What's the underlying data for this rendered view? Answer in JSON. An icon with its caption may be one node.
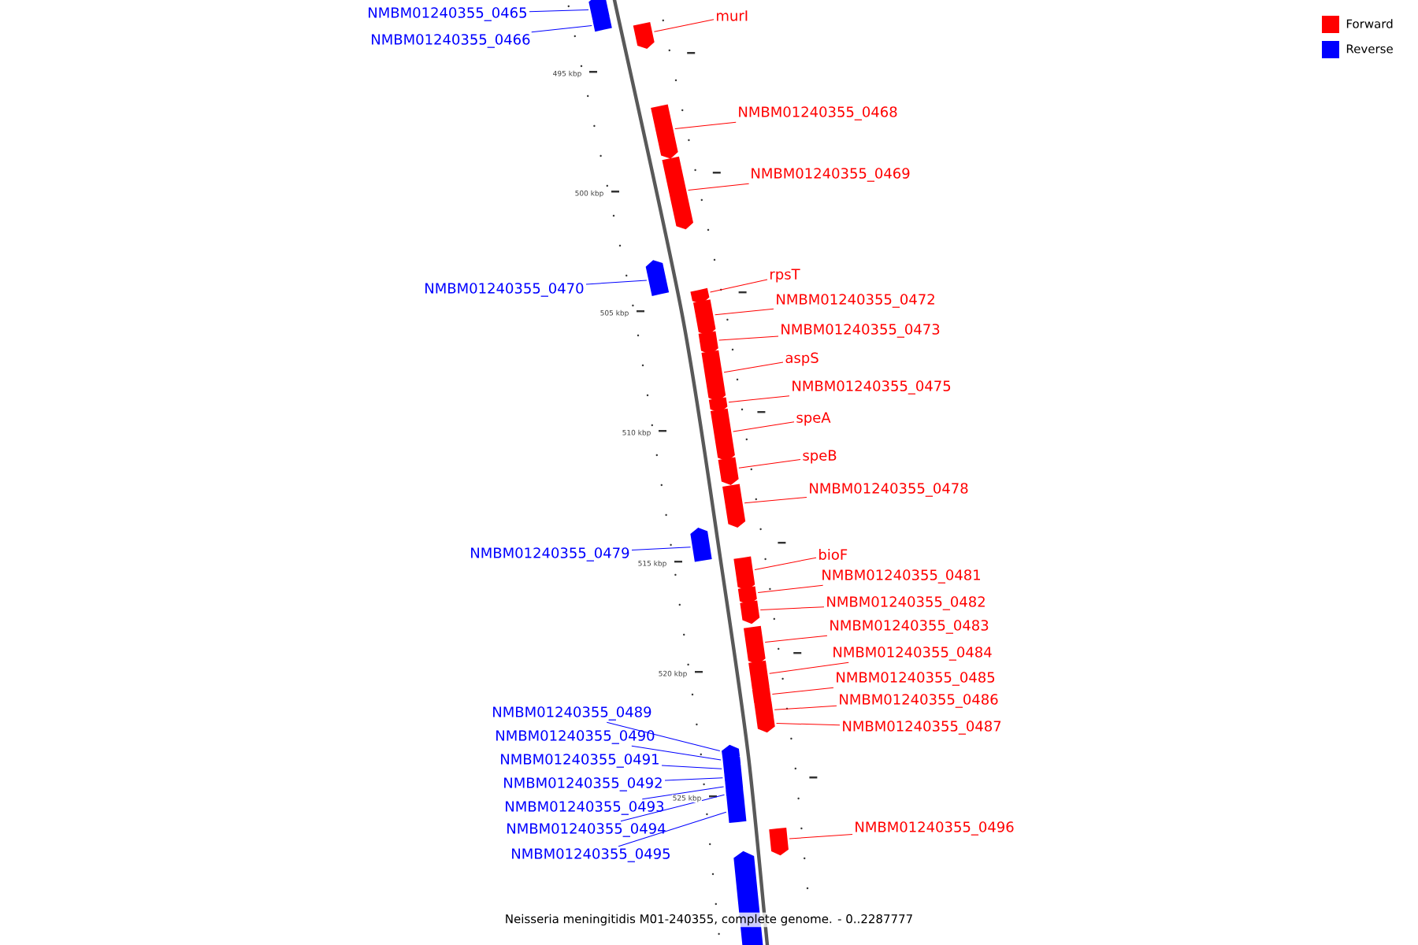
{
  "diagram": {
    "caption": "Neisseria meningitidis M01-240355, complete genome. - 0..2287777",
    "nodes": [
      {
        "text": [
          "NMBM01240355_0465"
        ]
      },
      {
        "text": [
          "NMBM01240355_0466"
        ]
      },
      {
        "text": [
          "murI"
        ]
      },
      {
        "text": [
          "NMBM01240355_0468"
        ]
      },
      {
        "text": [
          "NMBM01240355_0469"
        ]
      },
      {
        "text": [
          "NMBM01240355_0470"
        ]
      },
      {
        "text": [
          "rpsT"
        ]
      },
      {
        "text": [
          "NMBM01240355_0472"
        ]
      },
      {
        "text": [
          "NMBM01240355_0473"
        ]
      },
      {
        "text": [
          "aspS"
        ]
      },
      {
        "text": [
          "NMBM01240355_0475"
        ]
      },
      {
        "text": [
          "speA"
        ]
      },
      {
        "text": [
          "speB"
        ]
      },
      {
        "text": [
          "NMBM01240355_0478"
        ]
      },
      {
        "text": [
          "NMBM01240355_0479"
        ]
      },
      {
        "text": [
          "bioF"
        ]
      },
      {
        "text": [
          "NMBM01240355_0481"
        ]
      },
      {
        "text": [
          "NMBM01240355_0482"
        ]
      },
      {
        "text": [
          "NMBM01240355_0483"
        ]
      },
      {
        "text": [
          "NMBM01240355_0484"
        ]
      },
      {
        "text": [
          "NMBM01240355_0485"
        ]
      },
      {
        "text": [
          "NMBM01240355_0486"
        ]
      },
      {
        "text": [
          "NMBM01240355_0487"
        ]
      },
      {
        "text": [
          "NMBM01240355_0489"
        ]
      },
      {
        "text": [
          "NMBM01240355_0490"
        ]
      },
      {
        "text": [
          "NMBM01240355_0491"
        ]
      },
      {
        "text": [
          "NMBM01240355_0492"
        ]
      },
      {
        "text": [
          "NMBM01240355_0493"
        ]
      },
      {
        "text": [
          "NMBM01240355_0494"
        ]
      },
      {
        "text": [
          "NMBM01240355_0495"
        ]
      },
      {
        "text": [
          "NMBM01240355_0496"
        ]
      },
      {
        "text": [],
        "shape": "bar"
      },
      {
        "text": [],
        "shape": "bar"
      },
      {
        "text": [],
        "shape": "bar"
      },
      {
        "text": [],
        "shape": "bar"
      },
      {
        "text": [],
        "shape": "bar"
      },
      {
        "text": [],
        "shape": "bar"
      },
      {
        "text": [],
        "shape": "bar"
      },
      {
        "text": [],
        "shape": "bar"
      },
      {
        "text": [],
        "shape": "bar"
      },
      {
        "text": [],
        "shape": "bar"
      },
      {
        "text": [],
        "shape": "bar"
      },
      {
        "text": [],
        "shape": "bar"
      },
      {
        "text": [],
        "shape": "bar"
      },
      {
        "text": [],
        "shape": "bar"
      },
      {
        "text": [],
        "shape": "bar"
      },
      {
        "text": [],
        "shape": "bar"
      },
      {
        "text": [],
        "shape": "bar"
      },
      {
        "text": [],
        "shape": "bar"
      },
      {
        "text": [],
        "shape": "bar"
      },
      {
        "text": [],
        "shape": "bar"
      },
      {
        "text": [],
        "shape": "bar"
      },
      {
        "text": [],
        "shape": "bar"
      },
      {
        "text": [],
        "shape": "bar"
      },
      {
        "text": [],
        "shape": "bar"
      },
      {
        "text": [],
        "shape": "bar"
      },
      {
        "text": [],
        "shape": "bar"
      },
      {
        "text": [],
        "shape": "bar"
      },
      {
        "text": [],
        "shape": "bar"
      },
      {
        "text": [],
        "shape": "bar"
      },
      {
        "text": [],
        "shape": "bar"
      },
      {
        "text": [],
        "shape": "bar"
      }
    ],
    "edges": [
      {
        "from": 0,
        "to": 31,
        "arrow": "none",
        "color": "#0000ff"
      },
      {
        "from": 1,
        "to": 32,
        "arrow": "none",
        "color": "#0000ff"
      },
      {
        "from": 2,
        "to": 33,
        "arrow": "none"
      },
      {
        "from": 3,
        "to": 34,
        "arrow": "none"
      },
      {
        "from": 4,
        "to": 35,
        "arrow": "none"
      },
      {
        "from": 5,
        "to": 36,
        "arrow": "none",
        "color": "#0000ff"
      },
      {
        "from": 6,
        "to": 37,
        "arrow": "none"
      },
      {
        "from": 7,
        "to": 38,
        "arrow": "none"
      },
      {
        "from": 8,
        "to": 39,
        "arrow": "none"
      },
      {
        "from": 9,
        "to": 40,
        "arrow": "none"
      },
      {
        "from": 10,
        "to": 41,
        "arrow": "none"
      },
      {
        "from": 11,
        "to": 42,
        "arrow": "none"
      },
      {
        "from": 12,
        "to": 43,
        "arrow": "none"
      },
      {
        "from": 13,
        "to": 44,
        "arrow": "none"
      },
      {
        "from": 14,
        "to": 45,
        "arrow": "none",
        "color": "#0000ff"
      },
      {
        "from": 15,
        "to": 46,
        "arrow": "none"
      },
      {
        "from": 16,
        "to": 47,
        "arrow": "none"
      },
      {
        "from": 17,
        "to": 48,
        "arrow": "none"
      },
      {
        "from": 18,
        "to": 49,
        "arrow": "none"
      },
      {
        "from": 19,
        "to": 50,
        "arrow": "none"
      },
      {
        "from": 20,
        "to": 51,
        "arrow": "none"
      },
      {
        "from": 21,
        "to": 52,
        "arrow": "none"
      },
      {
        "from": 22,
        "to": 53,
        "arrow": "none"
      },
      {
        "from": 23,
        "to": 54,
        "arrow": "none",
        "color": "#0000ff"
      },
      {
        "from": 24,
        "to": 55,
        "arrow": "none",
        "color": "#0000ff"
      },
      {
        "from": 25,
        "to": 56,
        "arrow": "none",
        "color": "#0000ff"
      },
      {
        "from": 26,
        "to": 57,
        "arrow": "none",
        "color": "#0000ff"
      },
      {
        "from": 27,
        "to": 58,
        "arrow": "none",
        "color": "#0000ff"
      },
      {
        "from": 28,
        "to": 59,
        "arrow": "none",
        "color": "#0000ff"
      },
      {
        "from": 29,
        "to": 60,
        "arrow": "none",
        "color": "#0000ff"
      },
      {
        "from": 30,
        "to": 61,
        "arrow": "none"
      }
    ],
    "labels": [
      "495 kbp",
      "500 kbp",
      "505 kbp",
      "510 kbp",
      "515 kbp",
      "520 kbp",
      "525 kbp"
    ],
    "legend": [
      {
        "text": "Forward",
        "color": "#ff0000"
      },
      {
        "text": "Reverse",
        "color": "#0000ff"
      }
    ]
  }
}
